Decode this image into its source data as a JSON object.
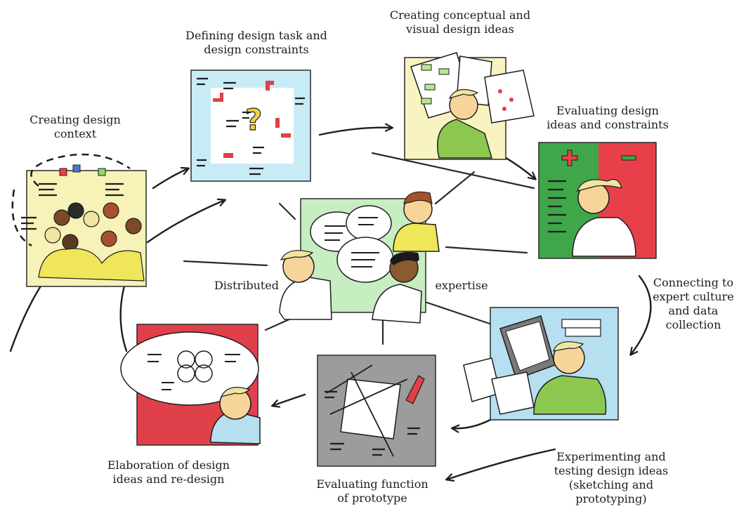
{
  "labels": {
    "creating_context": [
      "Creating design",
      "context"
    ],
    "defining_task": [
      "Defining design task and",
      "design constraints"
    ],
    "creating_ideas": [
      "Creating conceptual and",
      "visual design ideas"
    ],
    "evaluating_ideas": [
      "Evaluating design",
      "ideas and constraints"
    ],
    "connecting_expert": [
      "Connecting to",
      "expert culture",
      "and data",
      "collection"
    ],
    "experimenting": [
      "Experimenting and",
      "testing design ideas",
      "(sketching and",
      "prototyping)"
    ],
    "evaluating_function": [
      "Evaluating function",
      "of prototype"
    ],
    "elaboration": [
      "Elaboration of design",
      "ideas and re-design"
    ],
    "center_left": "Distributed",
    "center_right": "expertise"
  },
  "colors": {
    "context_bg": "#f6f2b8",
    "task_bg": "#c8ecf6",
    "ideas_bg": "#f8f4c2",
    "evaluate_green": "#3fa64a",
    "evaluate_red": "#e8404a",
    "center_bg": "#c6eec0",
    "experiment_bg": "#b6dff0",
    "prototype_bg": "#9c9c9c",
    "redesign_bg": "#e0404a",
    "skin": "#f7d49a",
    "hair_blond": "#f0e6a0",
    "shirt_green": "#8cc850",
    "shirt_yellow": "#f0e65a",
    "ink": "#1e1e1e"
  }
}
